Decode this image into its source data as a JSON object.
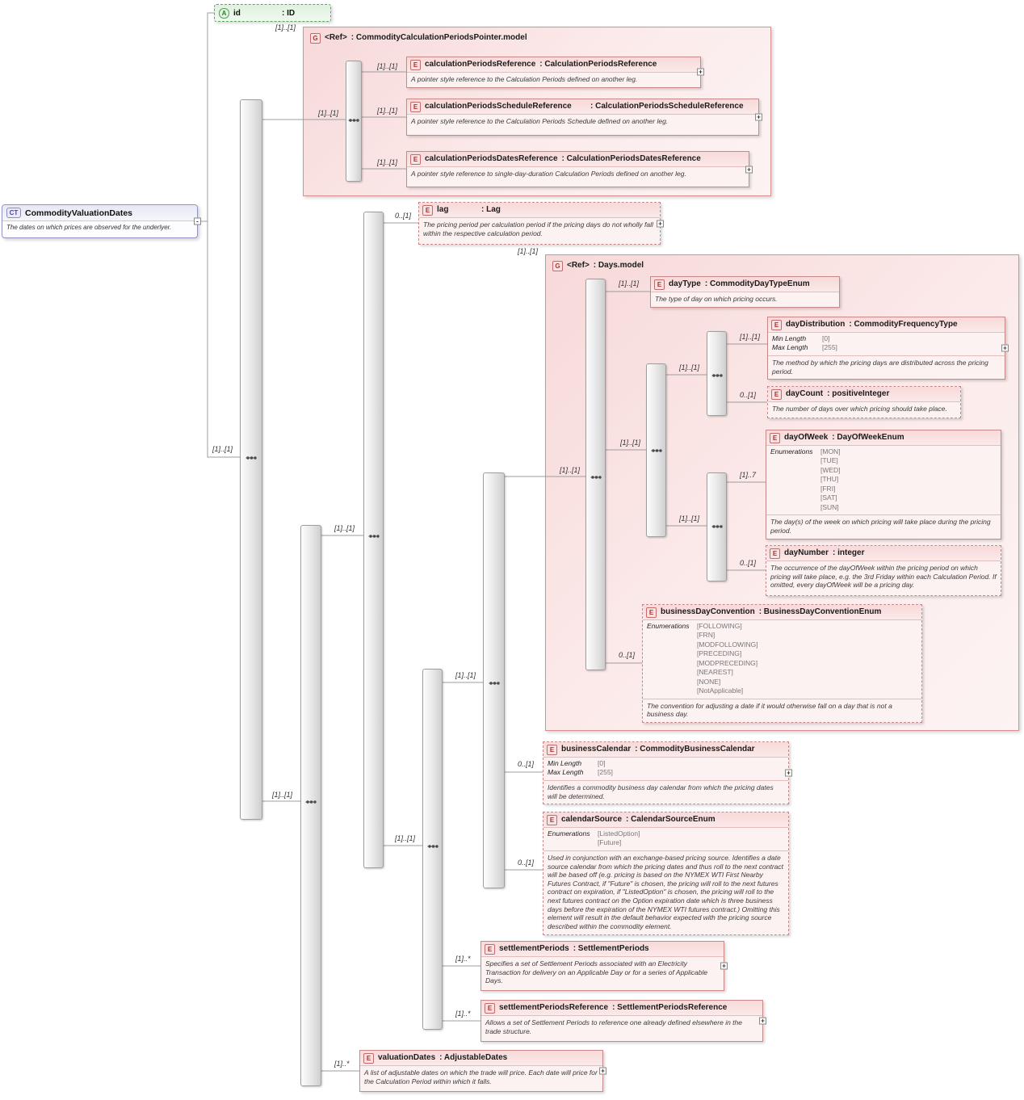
{
  "badges": {
    "complex_type": "CT",
    "attribute": "A",
    "group": "G",
    "element": "E"
  },
  "icons": {
    "expand": "+",
    "collapse": "-"
  },
  "complex_type": {
    "title": "CommodityValuationDates",
    "doc": "The dates on which prices are observed for the underlyer."
  },
  "attribute_id": {
    "name": "id",
    "type": ": ID"
  },
  "groups": {
    "pointer_model": {
      "name": "<Ref>",
      "type": ": CommodityCalculationPeriodsPointer.model"
    },
    "days_model": {
      "name": "<Ref>",
      "type": ": Days.model"
    }
  },
  "facet_labels": {
    "min_length": "Min Length",
    "max_length": "Max Length",
    "enumerations": "Enumerations"
  },
  "facets": {
    "dayDistribution": {
      "min": "[0]",
      "max": "[255]"
    },
    "businessCalendar": {
      "min": "[0]",
      "max": "[255]"
    },
    "dayOfWeek": [
      "[MON]",
      "[TUE]",
      "[WED]",
      "[THU]",
      "[FRI]",
      "[SAT]",
      "[SUN]"
    ],
    "businessDayConvention": [
      "[FOLLOWING]",
      "[FRN]",
      "[MODFOLLOWING]",
      "[PRECEDING]",
      "[MODPRECEDING]",
      "[NEAREST]",
      "[NONE]",
      "[NotApplicable]"
    ],
    "calendarSource": [
      "[ListedOption]",
      "[Future]"
    ]
  },
  "elements": {
    "calculationPeriodsReference": {
      "name": "calculationPeriodsReference",
      "type": ": CalculationPeriodsReference",
      "doc": "A pointer style reference to the Calculation Periods defined on another leg."
    },
    "calculationPeriodsScheduleReference": {
      "name": "calculationPeriodsScheduleReference",
      "type": ": CalculationPeriodsScheduleReference",
      "doc": "A pointer style reference to the Calculation Periods Schedule defined on another leg."
    },
    "calculationPeriodsDatesReference": {
      "name": "calculationPeriodsDatesReference",
      "type": ": CalculationPeriodsDatesReference",
      "doc": "A pointer style reference to single-day-duration Calculation Periods defined on another leg."
    },
    "lag": {
      "name": "lag",
      "type": ": Lag",
      "doc": "The pricing period per calculation period if the pricing days do not wholly fall within the respective calculation period."
    },
    "dayType": {
      "name": "dayType",
      "type": ": CommodityDayTypeEnum",
      "doc": "The type of day on which pricing occurs."
    },
    "dayDistribution": {
      "name": "dayDistribution",
      "type": ": CommodityFrequencyType",
      "doc": "The method by which the pricing days are distributed across the pricing period."
    },
    "dayCount": {
      "name": "dayCount",
      "type": ": positiveInteger",
      "doc": "The number of days over which pricing should take place."
    },
    "dayOfWeek": {
      "name": "dayOfWeek",
      "type": ": DayOfWeekEnum",
      "doc": "The day(s) of the week on which pricing will take place during the pricing period."
    },
    "dayNumber": {
      "name": "dayNumber",
      "type": ": integer",
      "doc": "The occurrence of the dayOfWeek within the pricing period on which pricing will take place, e.g. the 3rd Friday within each Calculation Period. If omitted, every dayOfWeek will be a pricing day."
    },
    "businessDayConvention": {
      "name": "businessDayConvention",
      "type": ": BusinessDayConventionEnum",
      "doc": "The convention for adjusting a date if it would otherwise fall on a day that is not a business day."
    },
    "businessCalendar": {
      "name": "businessCalendar",
      "type": ": CommodityBusinessCalendar",
      "doc": "Identifies a commodity business day calendar from which the pricing dates will be determined."
    },
    "calendarSource": {
      "name": "calendarSource",
      "type": ": CalendarSourceEnum",
      "doc": "Used in conjunction with an exchange-based pricing source. Identifies a date source calendar from which the pricing dates and thus roll to the next contract will be based off (e.g. pricing is based on the NYMEX WTI First Nearby Futures Contract, if \"Future\" is chosen, the pricing will roll to the next futures contract on expiration, if \"ListedOption\" is chosen, the pricing will roll to the next futures contract on the Option expiration date which is three business days before the expiration of the NYMEX WTI futures contract.) Omitting this element will result in the default behavior expected with the pricing source described within the commodity element."
    },
    "settlementPeriods": {
      "name": "settlementPeriods",
      "type": ": SettlementPeriods",
      "doc": "Specifies a set of Settlement Periods associated with an Electricity Transaction for delivery on an Applicable Day or for a series of Applicable Days."
    },
    "settlementPeriodsReference": {
      "name": "settlementPeriodsReference",
      "type": ": SettlementPeriodsReference",
      "doc": "Allows a set of Settlement Periods to reference one already defined elsewhere in the trade structure."
    },
    "valuationDates": {
      "name": "valuationDates",
      "type": ": AdjustableDates",
      "doc": "A list of adjustable dates on which the trade will price. Each date will price for the Calculation Period within which it falls."
    }
  },
  "cardinalities": {
    "root_seq": "[1]..[1]",
    "pointer_group": "[1]..[1]",
    "pointer_choice": "[1]..[1]",
    "calc_periods_ref": "[1]..[1]",
    "calc_periods_schedule_ref": "[1]..[1]",
    "calc_periods_dates_ref": "[1]..[1]",
    "lag": "0..[1]",
    "inner_seq": "[1]..[1]",
    "seq2": "[1]..[1]",
    "seq3": "[1]..[1]",
    "seq4": "[1]..[1]",
    "days_group": "[1]..[1]",
    "days_seq": "[1]..[1]",
    "day_type": "[1]..[1]",
    "day_choice": "[1]..[1]",
    "business_day_convention": "0..[1]",
    "day_seq_a": "[1]..[1]",
    "day_seq_b": "[1]..[1]",
    "day_distribution": "[1]..[1]",
    "day_count": "0..[1]",
    "day_of_week": "[1]..7",
    "day_number": "0..[1]",
    "business_calendar": "0..[1]",
    "calendar_source": "0..[1]",
    "settlement_periods": "[1]..*",
    "settlement_periods_reference": "[1]..*",
    "valuation_dates": "[1]..*"
  }
}
